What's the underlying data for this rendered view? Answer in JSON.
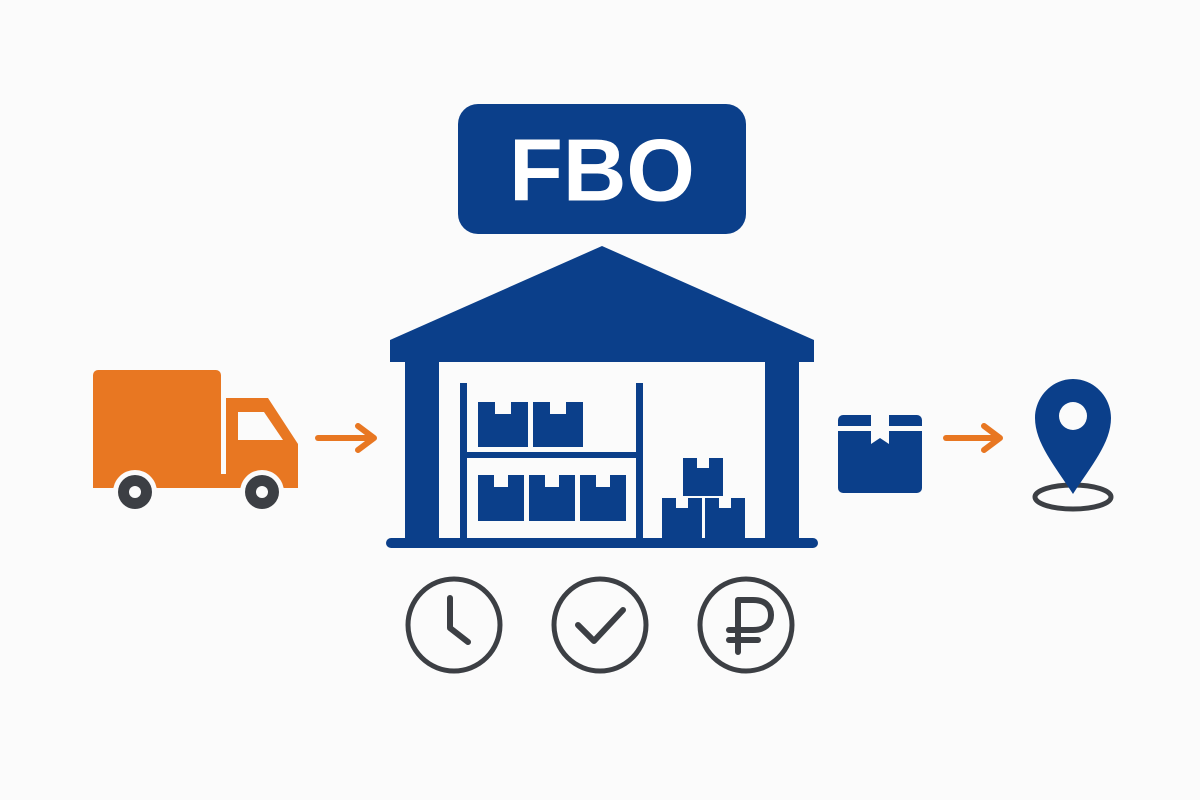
{
  "diagram": {
    "badge_label": "FBO",
    "colors": {
      "primary": "#0b3f8a",
      "accent": "#e87722",
      "neutral": "#3c3f44",
      "background": "#fbfbfb"
    },
    "nodes": [
      {
        "id": "truck",
        "icon": "delivery-truck-icon",
        "color": "accent"
      },
      {
        "id": "warehouse",
        "icon": "warehouse-icon",
        "color": "primary"
      },
      {
        "id": "parcel",
        "icon": "parcel-box-icon",
        "color": "primary"
      },
      {
        "id": "destination",
        "icon": "location-pin-icon",
        "color": "primary"
      }
    ],
    "flow": [
      {
        "from": "truck",
        "to": "warehouse",
        "icon": "arrow-right-icon",
        "color": "accent"
      },
      {
        "from": "parcel",
        "to": "destination",
        "icon": "arrow-right-icon",
        "color": "accent"
      }
    ],
    "benefits": [
      {
        "icon": "clock-icon"
      },
      {
        "icon": "checkmark-icon"
      },
      {
        "icon": "ruble-icon"
      }
    ]
  }
}
